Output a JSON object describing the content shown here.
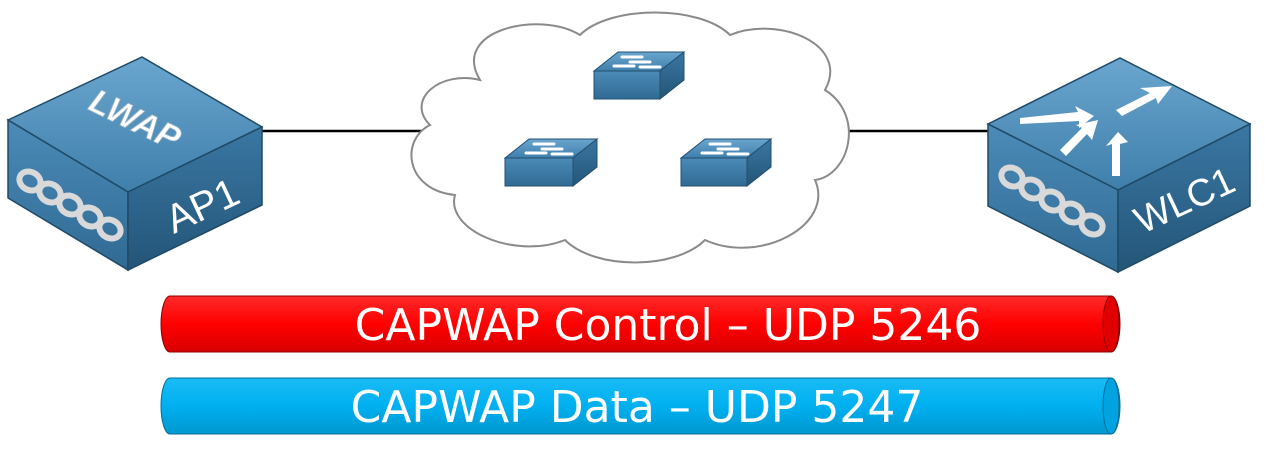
{
  "devices": {
    "ap": {
      "name": "AP1",
      "badge": "LWAP"
    },
    "wlc": {
      "name": "WLC1"
    }
  },
  "network": {
    "switch_count": 3
  },
  "tunnels": {
    "control": {
      "label": "CAPWAP Control – UDP 5246",
      "color": "#ff0000"
    },
    "data": {
      "label": "CAPWAP Data – UDP 5247",
      "color": "#00b0f0"
    }
  },
  "colors": {
    "device_blue": "#4a89b5",
    "cloud_stroke": "#8a8a8a"
  }
}
